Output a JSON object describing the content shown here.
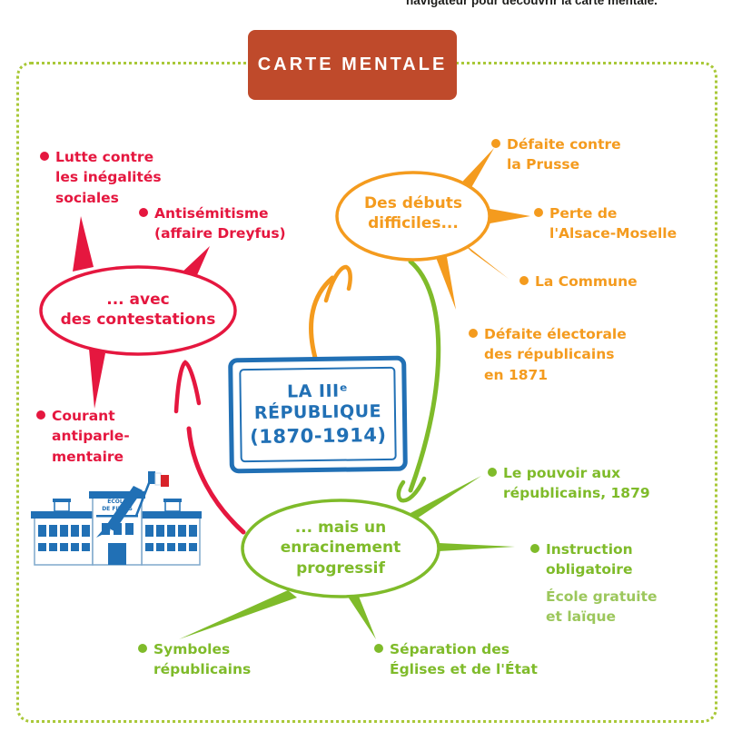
{
  "top_note": "navigateur pour découvrir la carte mentale.",
  "header": {
    "title": "CARTE MENTALE"
  },
  "center": {
    "lines": {
      "0": "LA IIIᵉ",
      "1": "RÉPUBLIQUE",
      "2": "(1870-1914)"
    }
  },
  "branches": [
    {
      "id": "debuts-difficiles",
      "label": "Des débuts\ndifficiles...",
      "color": "#f49b1e",
      "items": [
        {
          "text": "Défaite contre\nla Prusse"
        },
        {
          "text": "Perte de\nl'Alsace-Moselle"
        },
        {
          "text": "La Commune"
        },
        {
          "text": "Défaite électorale\ndes républicains\nen 1871"
        }
      ]
    },
    {
      "id": "contestations",
      "label": "... avec\ndes contestations",
      "color": "#e5173f",
      "items": [
        {
          "text": "Lutte contre\nles inégalités\nsociales"
        },
        {
          "text": "Antisémitisme\n(affaire Dreyfus)"
        },
        {
          "text": "Courant\nantiparle-\nmentaire"
        }
      ]
    },
    {
      "id": "enracinement-progressif",
      "label": "... mais un\nenracinement\nprogressif",
      "color": "#7fbb2a",
      "items": [
        {
          "text": "Le pouvoir aux\nrépublicains, 1879"
        },
        {
          "text": "Instruction\nobligatoire",
          "subtext": "École gratuite\net laïque"
        },
        {
          "text": "Symboles\nrépublicains"
        },
        {
          "text": "Séparation des\nÉglises et de l'État"
        }
      ]
    }
  ],
  "school": {
    "sign": "ÉCOLE\nDE FILLES"
  },
  "colors": {
    "red": "#e5173f",
    "orange": "#f49b1e",
    "green": "#7fbb2a",
    "light_green": "#9cc75c",
    "blue": "#2170b5",
    "brick": "#bf4a2b",
    "border_dots": "#a9c838"
  }
}
